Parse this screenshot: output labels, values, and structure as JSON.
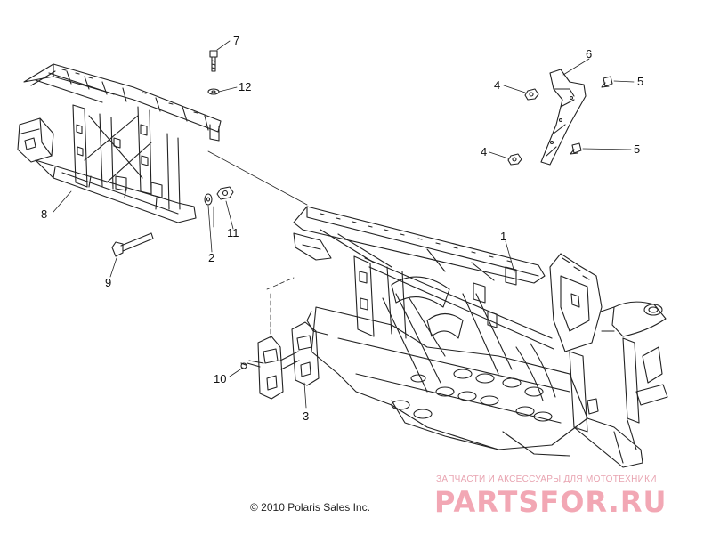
{
  "callouts": [
    {
      "id": "1",
      "label": "1"
    },
    {
      "id": "2",
      "label": "2"
    },
    {
      "id": "3",
      "label": "3"
    },
    {
      "id": "4a",
      "label": "4"
    },
    {
      "id": "4b",
      "label": "4"
    },
    {
      "id": "5a",
      "label": "5"
    },
    {
      "id": "5b",
      "label": "5"
    },
    {
      "id": "6",
      "label": "6"
    },
    {
      "id": "7",
      "label": "7"
    },
    {
      "id": "8",
      "label": "8"
    },
    {
      "id": "9",
      "label": "9"
    },
    {
      "id": "10",
      "label": "10"
    },
    {
      "id": "11",
      "label": "11"
    },
    {
      "id": "12",
      "label": "12"
    }
  ],
  "copyright": "© 2010 Polaris Sales Inc.",
  "watermark": {
    "tagline": "ЗАПЧАСТИ И АКСЕССУАРЫ ДЛЯ МОТОТЕХНИКИ",
    "logo": "PARTSFOR.RU",
    "color": "#f2a7b4"
  }
}
